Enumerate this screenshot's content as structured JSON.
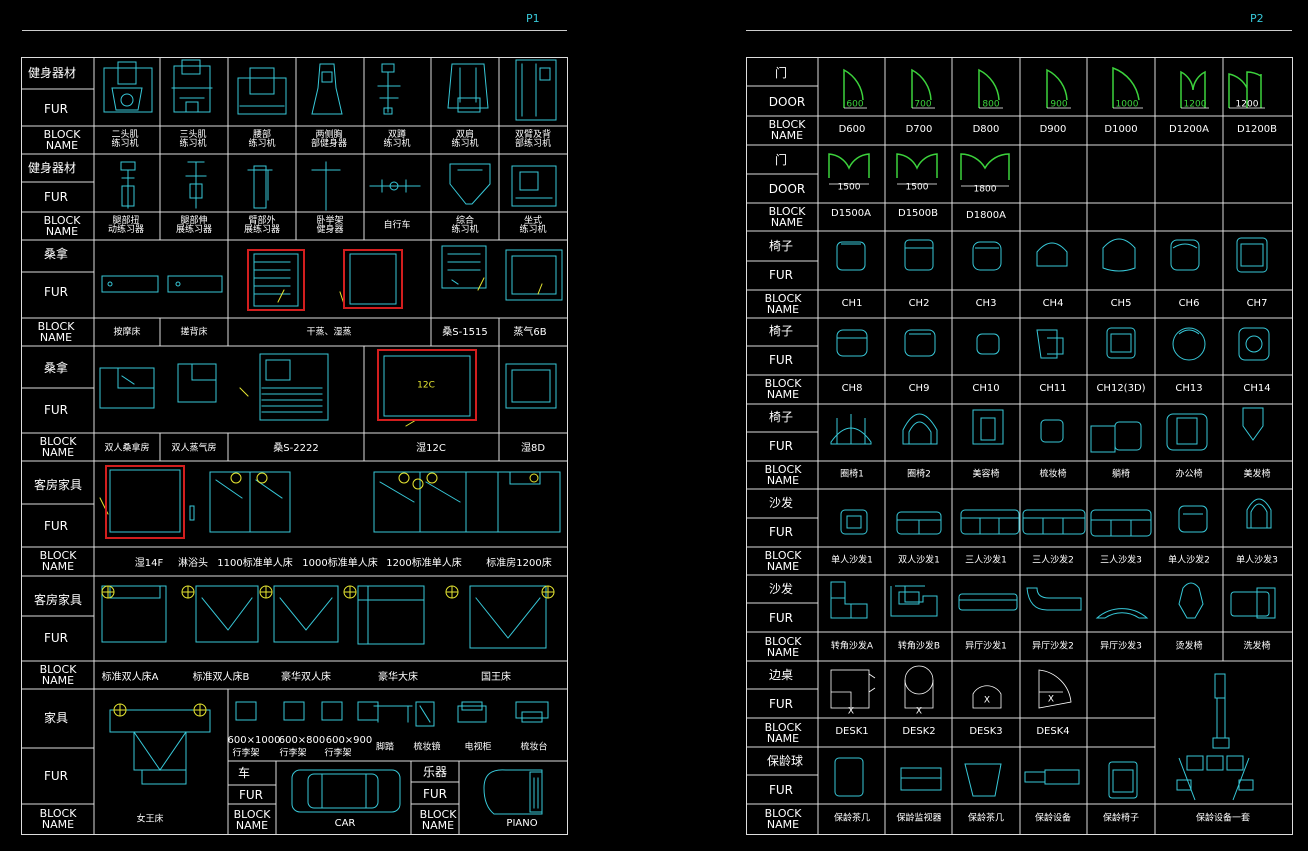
{
  "pages": [
    "P1",
    "P2"
  ],
  "p1": {
    "rows": [
      {
        "cat": "健身器材",
        "fur": "FUR",
        "bn": [
          "BLOCK",
          "NAME"
        ],
        "names": [
          "二头肌\n练习机",
          "三头肌\n练习机",
          "腰部\n练习机",
          "两侧胸\n部健身器",
          "双蹲\n练习机",
          "双肩\n练习机",
          "双臂及背\n部练习机"
        ]
      },
      {
        "cat": "健身器材",
        "fur": "FUR",
        "bn": [
          "BLOCK",
          "NAME"
        ],
        "names": [
          "腿部扭\n动练习器",
          "腿部伸\n展练习器",
          "臂部外\n展练习器",
          "卧举架\n健身器",
          "自行车",
          "综合\n练习机",
          "坐式\n练习机"
        ]
      },
      {
        "cat": "桑拿",
        "fur": "FUR",
        "bn": [
          "BLOCK",
          "NAME"
        ],
        "names": [
          "按摩床",
          "搓背床",
          "干蒸、湿蒸",
          "桑S-1515",
          "蒸气6B"
        ]
      },
      {
        "cat": "桑拿",
        "fur": "FUR",
        "bn": [
          "BLOCK",
          "NAME"
        ],
        "names": [
          "双人桑拿房",
          "双人蒸气房",
          "桑S-2222",
          "湿12C",
          "湿8D"
        ],
        "tag": "12C"
      },
      {
        "cat": "客房家具",
        "fur": "FUR",
        "bn": [
          "BLOCK",
          "NAME"
        ],
        "names": [
          "湿14F",
          "淋浴头",
          "1100标准单人床",
          "1000标准单人床",
          "1200标准单人床",
          "标准房1200床"
        ]
      },
      {
        "cat": "客房家具",
        "fur": "FUR",
        "bn": [
          "BLOCK",
          "NAME"
        ],
        "names": [
          "标准双人床A",
          "标准双人床B",
          "豪华双人床",
          "豪华大床",
          "国王床"
        ]
      },
      {
        "cat": "家具",
        "fur": "FUR",
        "bn": [
          "BLOCK",
          "NAME"
        ],
        "names": [
          "女王床",
          "600×1000",
          "600×800",
          "600×900",
          "行李架",
          "行李架",
          "行李架",
          "脚踏",
          "梳妆镜",
          "电视柜",
          "梳妆台"
        ],
        "car": {
          "cat": "车",
          "fur": "FUR",
          "bn": [
            "BLOCK",
            "NAME"
          ],
          "name": "CAR"
        },
        "piano": {
          "cat": "乐器",
          "fur": "FUR",
          "bn": [
            "BLOCK",
            "NAME"
          ],
          "name": "PIANO"
        }
      }
    ]
  },
  "p2": {
    "rows": [
      {
        "cat": "门",
        "fur": "DOOR",
        "bn": [
          "BLOCK",
          "NAME"
        ],
        "dims": [
          "600",
          "700",
          "800",
          "900",
          "1000",
          "1200",
          "1200"
        ],
        "names": [
          "D600",
          "D700",
          "D800",
          "D900",
          "D1000",
          "D1200A",
          "D1200B"
        ]
      },
      {
        "cat": "门",
        "fur": "DOOR",
        "bn": [
          "BLOCK",
          "NAME"
        ],
        "dims": [
          "1500",
          "1500",
          "1800"
        ],
        "names": [
          "D1500A",
          "D1500B",
          "D1800A"
        ]
      },
      {
        "cat": "椅子",
        "fur": "FUR",
        "bn": [
          "BLOCK",
          "NAME"
        ],
        "names": [
          "CH1",
          "CH2",
          "CH3",
          "CH4",
          "CH5",
          "CH6",
          "CH7"
        ]
      },
      {
        "cat": "椅子",
        "fur": "FUR",
        "bn": [
          "BLOCK",
          "NAME"
        ],
        "names": [
          "CH8",
          "CH9",
          "CH10",
          "CH11",
          "CH12(3D)",
          "CH13",
          "CH14"
        ]
      },
      {
        "cat": "椅子",
        "fur": "FUR",
        "bn": [
          "BLOCK",
          "NAME"
        ],
        "names": [
          "圈椅1",
          "圈椅2",
          "美容椅",
          "梳妆椅",
          "躺椅",
          "办公椅",
          "美发椅"
        ]
      },
      {
        "cat": "沙发",
        "fur": "FUR",
        "bn": [
          "BLOCK",
          "NAME"
        ],
        "names": [
          "单人沙发1",
          "双人沙发1",
          "三人沙发1",
          "三人沙发2",
          "三人沙发3",
          "单人沙发2",
          "单人沙发3"
        ]
      },
      {
        "cat": "沙发",
        "fur": "FUR",
        "bn": [
          "BLOCK",
          "NAME"
        ],
        "names": [
          "转角沙发A",
          "转角沙发B",
          "异厅沙发1",
          "异厅沙发2",
          "异厅沙发3",
          "烫发椅",
          "洗发椅"
        ]
      },
      {
        "cat": "边桌",
        "fur": "FUR",
        "bn": [
          "BLOCK",
          "NAME"
        ],
        "names": [
          "DESK1",
          "DESK2",
          "DESK3",
          "DESK4"
        ],
        "mark": "X"
      },
      {
        "cat": "保龄球",
        "fur": "FUR",
        "bn": [
          "BLOCK",
          "NAME"
        ],
        "names": [
          "保龄茶几",
          "保龄监视器",
          "保龄茶几",
          "保龄设备",
          "保龄椅子",
          "保龄设备一套"
        ]
      }
    ]
  },
  "colors": {
    "cyan": "#37c8d8",
    "green": "#3cd23c",
    "red": "#d21e1e",
    "yellow": "#e6e632",
    "line": "#dddddd"
  }
}
